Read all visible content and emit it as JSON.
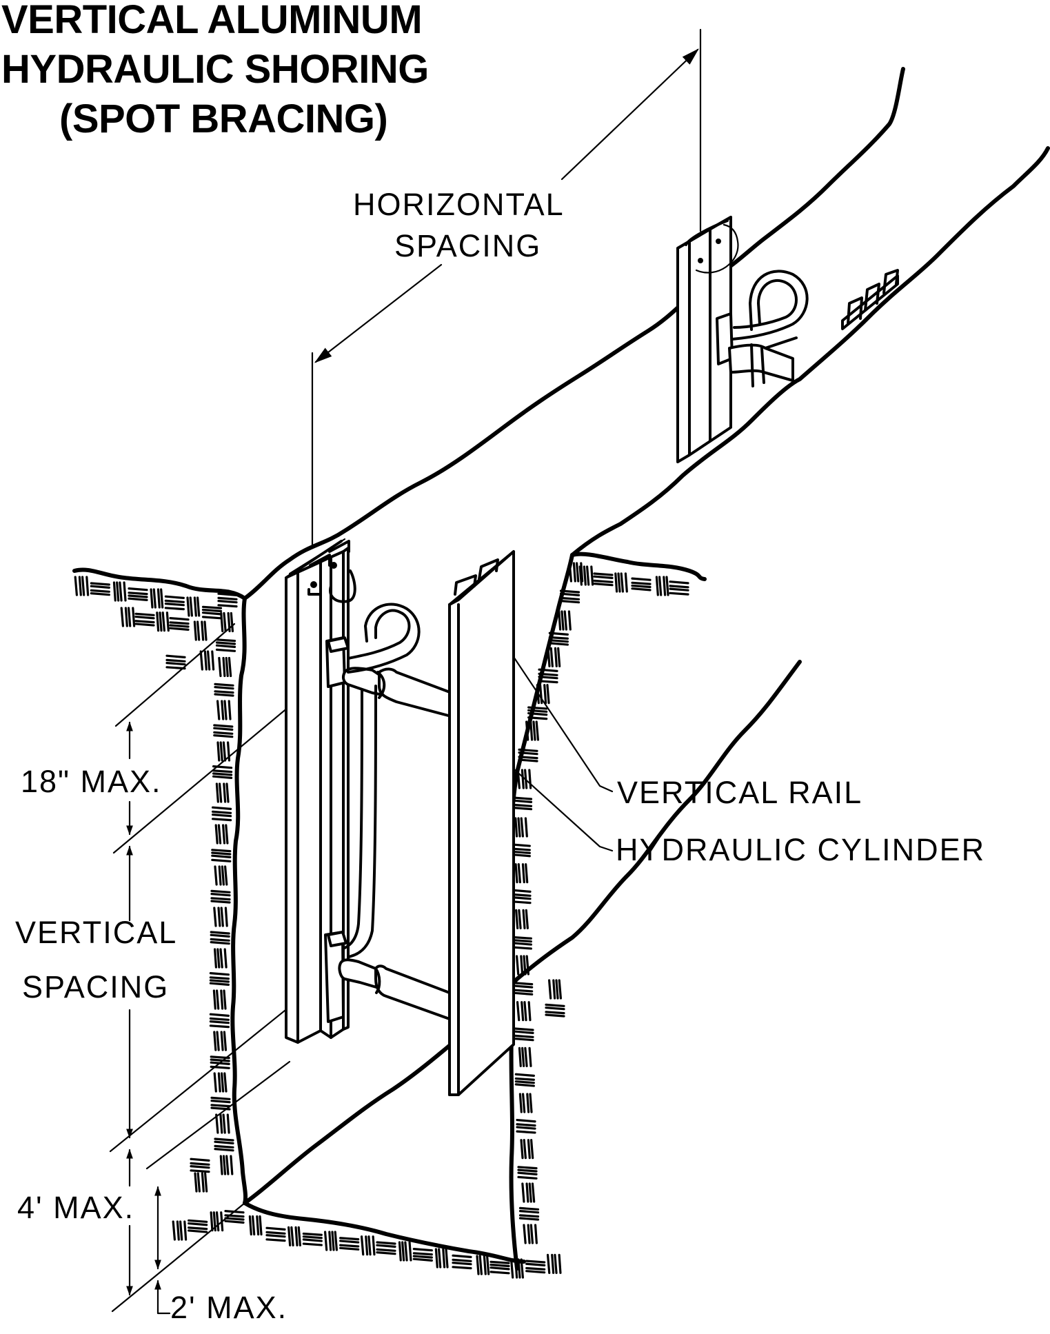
{
  "title": {
    "line1": "VERTICAL ALUMINUM",
    "line2": "HYDRAULIC SHORING",
    "line3": "(SPOT BRACING)"
  },
  "labels": {
    "horizontal_spacing_line1": "HORIZONTAL",
    "horizontal_spacing_line2": "SPACING",
    "vertical_rail": "VERTICAL RAIL",
    "hydraulic_cylinder": "HYDRAULIC CYLINDER",
    "eighteen_in_max": "18\" MAX.",
    "vertical_spacing_line1": "VERTICAL",
    "vertical_spacing_line2": "SPACING",
    "four_ft_max": "4' MAX.",
    "two_ft_max": "2' MAX."
  },
  "components": [
    "vertical-rail",
    "hydraulic-cylinder",
    "hydraulic-hose",
    "trench-wall",
    "trench-floor"
  ],
  "colors": {
    "ink": "#000000",
    "paper": "#ffffff"
  }
}
